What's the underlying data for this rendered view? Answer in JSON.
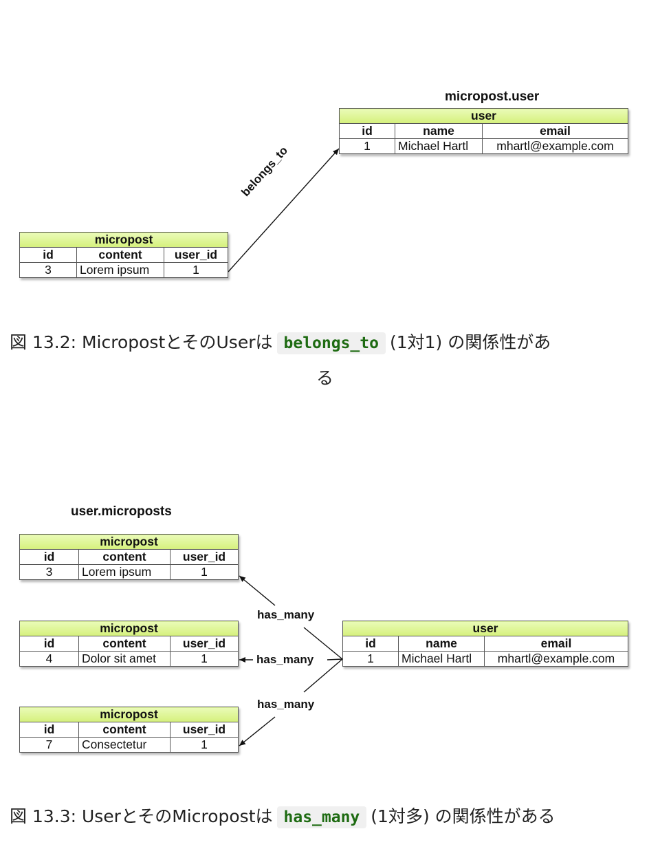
{
  "figure1": {
    "target_label": "micropost.user",
    "relation_label": "belongs_to",
    "micropost_table": {
      "title": "micropost",
      "columns": [
        "id",
        "content",
        "user_id"
      ],
      "row": [
        "3",
        "Lorem ipsum",
        "1"
      ]
    },
    "user_table": {
      "title": "user",
      "columns": [
        "id",
        "name",
        "email"
      ],
      "row": [
        "1",
        "Michael Hartl",
        "mhartl@example.com"
      ]
    },
    "caption": {
      "prefix": "図 13.2:  MicropostとそのUserは",
      "code": "belongs_to",
      "suffix": "(1対1) の関係性があ",
      "line2": "る"
    }
  },
  "figure2": {
    "source_label": "user.microposts",
    "relation_label": "has_many",
    "microposts": [
      {
        "title": "micropost",
        "columns": [
          "id",
          "content",
          "user_id"
        ],
        "row": [
          "3",
          "Lorem ipsum",
          "1"
        ]
      },
      {
        "title": "micropost",
        "columns": [
          "id",
          "content",
          "user_id"
        ],
        "row": [
          "4",
          "Dolor sit amet",
          "1"
        ]
      },
      {
        "title": "micropost",
        "columns": [
          "id",
          "content",
          "user_id"
        ],
        "row": [
          "7",
          "Consectetur",
          "1"
        ]
      }
    ],
    "user_table": {
      "title": "user",
      "columns": [
        "id",
        "name",
        "email"
      ],
      "row": [
        "1",
        "Michael Hartl",
        "mhartl@example.com"
      ]
    },
    "caption": {
      "prefix": "図 13.3:  UserとそのMicropostは",
      "code": "has_many",
      "suffix": "(1対多) の関係性がある"
    }
  }
}
